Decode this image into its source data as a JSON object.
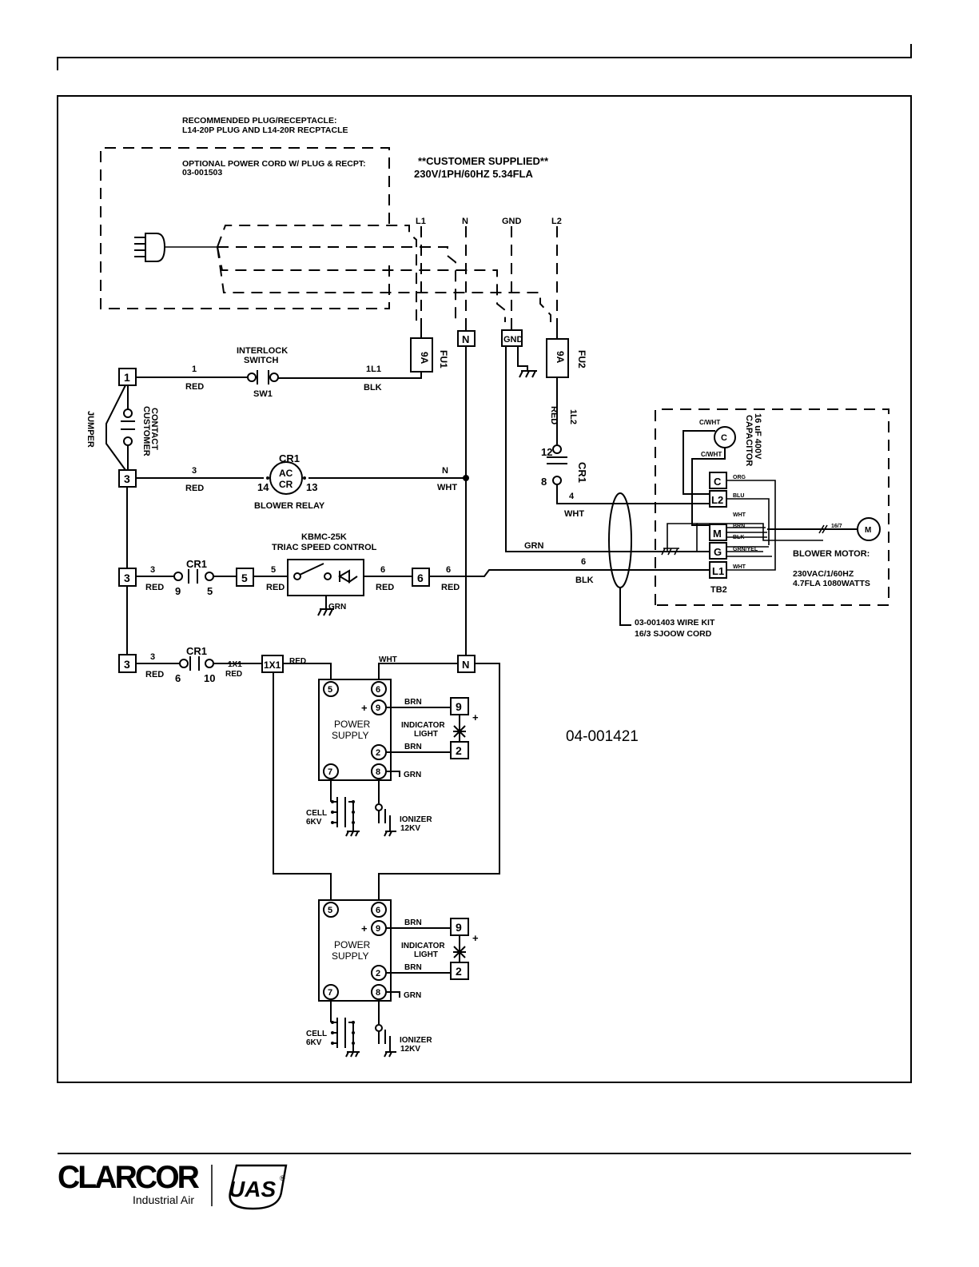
{
  "notes": {
    "plug_line1": "RECOMMENDED PLUG/RECEPTACLE:",
    "plug_line2": "L14-20P PLUG AND L14-20R RECPTACLE",
    "cord_line1": "OPTIONAL POWER CORD W/ PLUG & RECPT:",
    "cord_line2": "03-001503",
    "supply_line1": "**CUSTOMER SUPPLIED**",
    "supply_line2": "230V/1PH/60HZ 5.34FLA"
  },
  "supply_terminals": [
    "L1",
    "N",
    "GND",
    "L2"
  ],
  "terminals": {
    "n": "N",
    "gnd": "GND",
    "fuse": "9A",
    "fu1": "FU1",
    "fu2": "FU2",
    "t1": "1",
    "t3": "3",
    "t5": "5",
    "t6": "6",
    "t1x1": "1X1",
    "t9": "9",
    "t2": "2"
  },
  "components": {
    "interlock_line1": "INTERLOCK",
    "interlock_line2": "SWITCH",
    "sw1": "SW1",
    "jumper": "JUMPER",
    "customer_line1": "CUSTOMER",
    "customer_line2": "CONTACT",
    "cr1": "CR1",
    "ac": "AC",
    "cr": "CR",
    "blower_relay": "BLOWER RELAY",
    "triac_line1": "KBMC-25K",
    "triac_line2": "TRIAC SPEED CONTROL",
    "capacitor_line1": "16 uF 400V",
    "capacitor_line2": "CAPACITOR",
    "cap_c": "C",
    "tb2": "TB2",
    "tb2_terminals": [
      "C",
      "L2",
      "M",
      "G",
      "L1"
    ],
    "tb2_colors": [
      "ORG",
      "BLU",
      "WHT",
      "BRN",
      "BLK",
      "GRN/YEL",
      "WHT"
    ],
    "motor_symbol": "M",
    "motor_gauge": "16/7",
    "blower_motor": "BLOWER MOTOR:",
    "motor_spec1": "230VAC/1/60HZ",
    "motor_spec2": "4.7FLA    1080WATTS",
    "wire_kit1": "03-001403 WIRE KIT",
    "wire_kit2": "16/3 SJOOW CORD",
    "power_supply1": "POWER",
    "power_supply2": "SUPPLY",
    "indicator1": "INDICATOR",
    "indicator2": "LIGHT",
    "cell1": "CELL",
    "cell2": "6KV",
    "ionizer1": "IONIZER",
    "ionizer2": "12KV",
    "plus": "+",
    "ps_pins": [
      "5",
      "6",
      "9",
      "2",
      "7",
      "8"
    ],
    "c_wht": "C/WHT"
  },
  "wires": {
    "w1": "1",
    "red": "RED",
    "l1_1": "1L1",
    "blk": "BLK",
    "w3": "3",
    "n": "N",
    "wht": "WHT",
    "n14": "14",
    "n13": "13",
    "w5": "5",
    "n9": "9",
    "w6": "6",
    "n10": "10",
    "w1x1": "1X1",
    "n12": "12",
    "n8": "8",
    "w4": "4",
    "l2_1": "1L2",
    "grn": "GRN",
    "brn": "BRN"
  },
  "drawing_number": "04-001421",
  "footer": {
    "brand": "CLARCOR",
    "sub": "Industrial Air",
    "brand2": "UAS",
    "reg": "®"
  }
}
